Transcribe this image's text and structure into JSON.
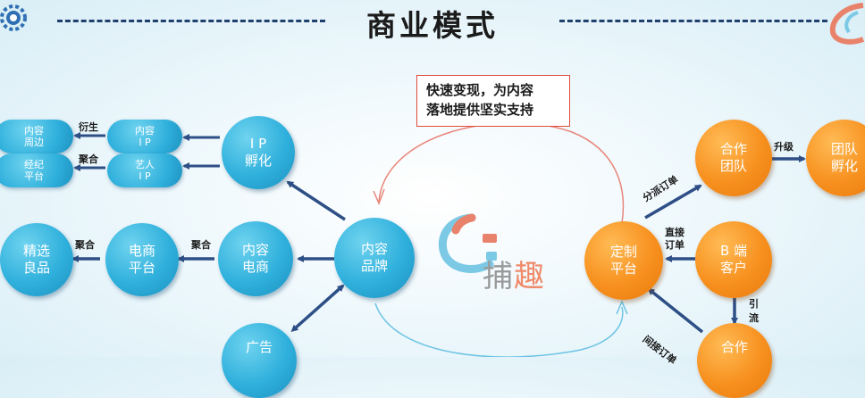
{
  "title": "商业模式",
  "callout": {
    "line1": "快速变现，为内容",
    "line2": "落地提供坚实支持"
  },
  "brand": {
    "part1": "捕",
    "part2": "趣"
  },
  "nodes": {
    "content_periphery": {
      "line1": "内容",
      "line2": "周边"
    },
    "broker_platform": {
      "line1": "经纪",
      "line2": "平台"
    },
    "content_ip": {
      "line1": "内容",
      "line2": "I P"
    },
    "artist_ip": {
      "line1": "艺人",
      "line2": "I P"
    },
    "ip_incubation": {
      "line1": "I P",
      "line2": "孵化"
    },
    "selected_goods": {
      "line1": "精选",
      "line2": "良品"
    },
    "ecommerce_platform": {
      "line1": "电商",
      "line2": "平台"
    },
    "content_ecommerce": {
      "line1": "内容",
      "line2": "电商"
    },
    "content_brand": {
      "line1": "内容",
      "line2": "品牌"
    },
    "advertising": {
      "line1": "广告"
    },
    "custom_platform": {
      "line1": "定制",
      "line2": "平台"
    },
    "partner_team_top": {
      "line1": "合作",
      "line2": "团队"
    },
    "team_incubation": {
      "line1": "团队",
      "line2": "孵化"
    },
    "b_client": {
      "line1": "B 端",
      "line2": "客户"
    },
    "partner_bottom": {
      "line1": "合作"
    }
  },
  "edge_labels": {
    "derive": "衍生",
    "aggregate_artist": "聚合",
    "aggregate_goods": "聚合",
    "aggregate_ecom": "聚合",
    "upgrade": "升级",
    "distribute_order": "分派订单",
    "direct_order_1": "直接",
    "direct_order_2": "订单",
    "attract_1": "引",
    "attract_2": "流",
    "indirect_order": "间接订单"
  },
  "colors": {
    "blue_node": "#2fb0dc",
    "orange_node": "#f7901e",
    "arrow": "#2e4f86",
    "loop_red": "#e8867a",
    "loop_blue": "#6cc3e4"
  }
}
